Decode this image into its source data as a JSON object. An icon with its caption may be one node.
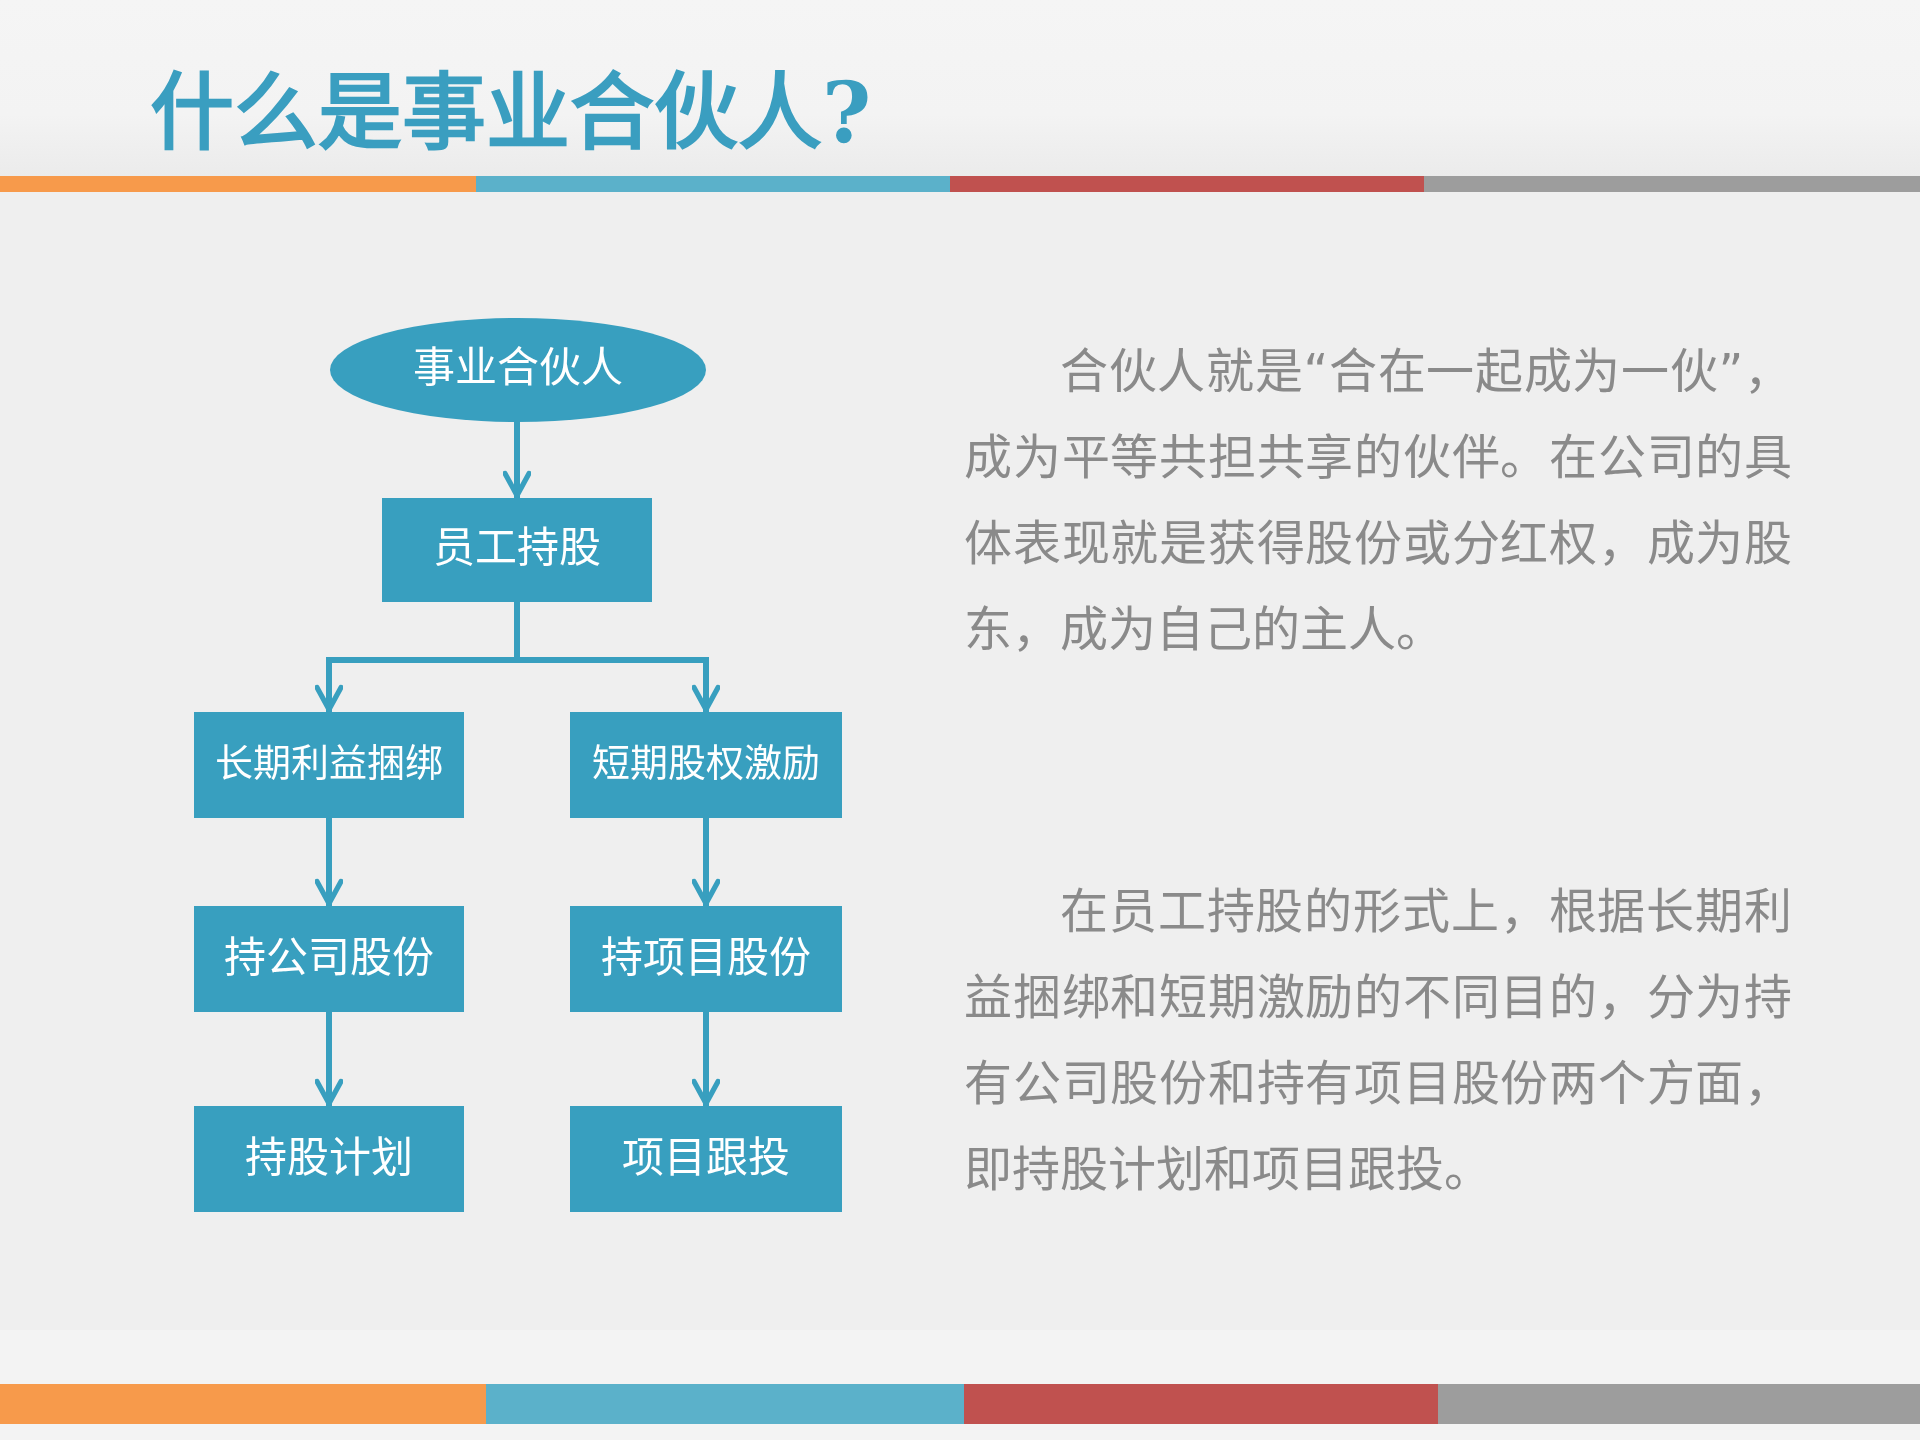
{
  "diagram": {
    "title": "什么是事业合伙人?",
    "nodes": [
      {
        "text": [
          "事业合伙人"
        ]
      },
      {
        "text": [
          "员工持股"
        ]
      },
      {
        "text": [
          "长期利益捆绑"
        ]
      },
      {
        "text": [
          "短期股权激励"
        ]
      },
      {
        "text": [
          "持公司股份"
        ]
      },
      {
        "text": [
          "持项目股份"
        ]
      },
      {
        "text": [
          "持股计划"
        ]
      },
      {
        "text": [
          "项目跟投"
        ]
      }
    ],
    "edges": [
      {
        "from": 0,
        "to": 1,
        "arrow": "to"
      },
      {
        "from": 1,
        "to": 2,
        "arrow": "to"
      },
      {
        "from": 1,
        "to": 3,
        "arrow": "to"
      },
      {
        "from": 2,
        "to": 4,
        "arrow": "to"
      },
      {
        "from": 4,
        "to": 6,
        "arrow": "to"
      },
      {
        "from": 3,
        "to": 5,
        "arrow": "to"
      },
      {
        "from": 5,
        "to": 7,
        "arrow": "to"
      }
    ],
    "labels": [
      "合伙人就是“合在一起成为一伙”，成为平等共担共享的伙伴。在公司的具体表现就是获得股份或分红权，成为股东，成为自己的主人。",
      "在员工持股的形式上，根据长期利益捆绑和短期激励的不同目的，分为持有公司股份和持有项目股份两个方面，即持股计划和项目跟投。"
    ]
  }
}
